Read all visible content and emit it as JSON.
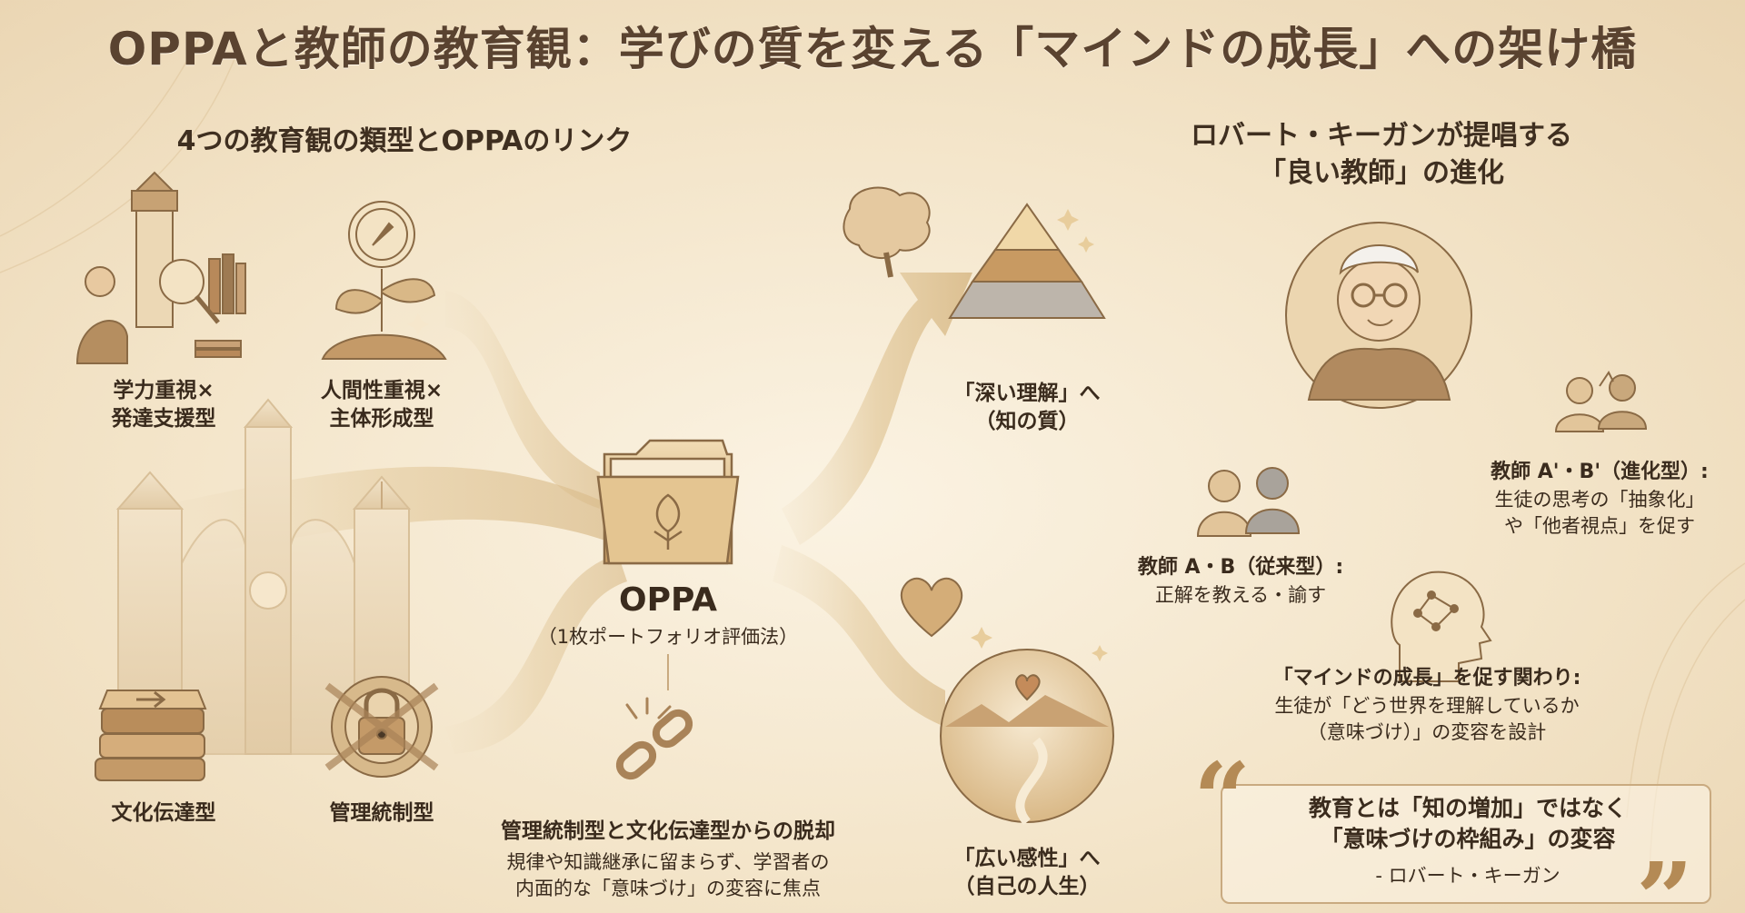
{
  "title": "OPPAと教師の教育観：学びの質を変える「マインドの成長」への架け橋",
  "left_section": {
    "heading": "4つの教育観の類型とOPPAのリンク",
    "types": [
      {
        "lines": [
          "学力重視×",
          "発達支援型"
        ]
      },
      {
        "lines": [
          "人間性重視×",
          "主体形成型"
        ]
      },
      {
        "lines": [
          "文化伝達型"
        ]
      },
      {
        "lines": [
          "管理統制型"
        ]
      }
    ]
  },
  "center": {
    "name": "OPPA",
    "subtitle": "（1枚ポートフォリオ評価法）",
    "break_title": "管理統制型と文化伝達型からの脱却",
    "break_desc": [
      "規律や知識継承に留まらず、学習者の",
      "内面的な「意味づけ」の変容に焦点"
    ]
  },
  "outcomes": {
    "deep": [
      "「深い理解」へ",
      "（知の質）"
    ],
    "broad": [
      "「広い感性」へ",
      "（自己の人生）"
    ]
  },
  "right_section": {
    "heading": [
      "ロバート・キーガンが提唱する",
      "「良い教師」の進化"
    ],
    "evolved_title": "教師 A'・B'（進化型）:",
    "evolved_desc": [
      "生徒の思考の「抽象化」",
      "や「他者視点」を促す"
    ],
    "conventional_title": "教師 A・B（従来型）:",
    "conventional_desc": "正解を教える・諭す",
    "mind_title": "「マインドの成長」を促す関わり:",
    "mind_desc": [
      "生徒が「どう世界を理解しているか",
      "（意味づけ）」の変容を設計"
    ],
    "quote": [
      "教育とは「知の増加」ではなく",
      "「意味づけの枠組み」の変容"
    ],
    "quote_author": "- ロバート・キーガン"
  },
  "colors": {
    "background": "#f3e4c8",
    "accent": "#b48a55",
    "text": "#3a2b1d"
  }
}
